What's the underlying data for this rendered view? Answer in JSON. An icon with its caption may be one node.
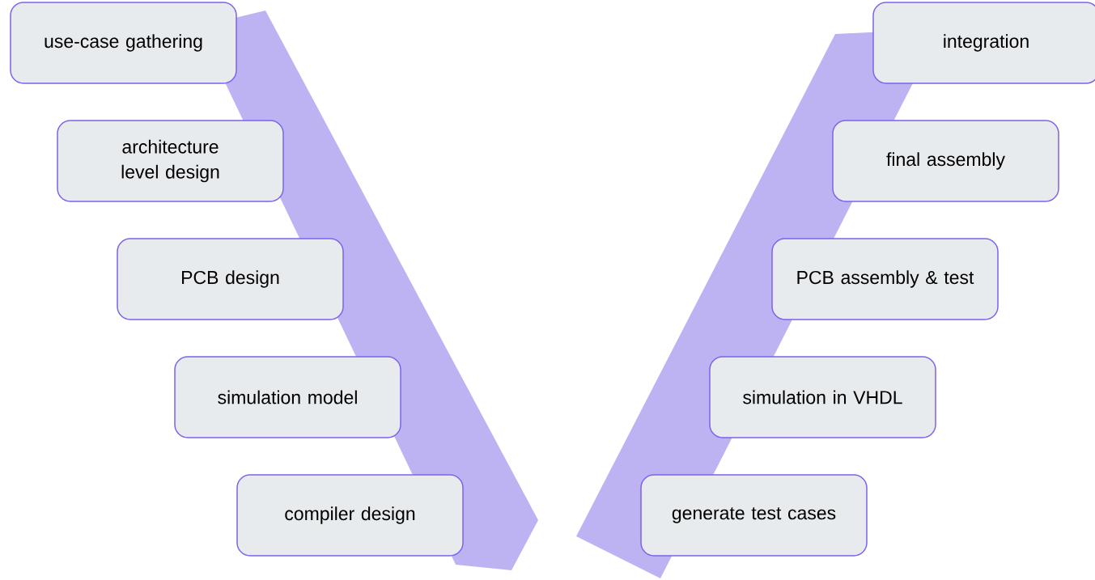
{
  "diagram": {
    "nodes": [
      {
        "text": [
          "use-case gathering"
        ]
      },
      {
        "text": [
          "architecture level design"
        ]
      },
      {
        "text": [
          "PCB design"
        ]
      },
      {
        "text": [
          "simulation model"
        ]
      },
      {
        "text": [
          "compiler design"
        ]
      },
      {
        "text": [
          "integration"
        ]
      },
      {
        "text": [
          "final assembly"
        ]
      },
      {
        "text": [
          "PCB assembly & test"
        ]
      },
      {
        "text": [
          "simulation in VHDL"
        ]
      },
      {
        "text": [
          "generate test cases"
        ]
      }
    ]
  }
}
